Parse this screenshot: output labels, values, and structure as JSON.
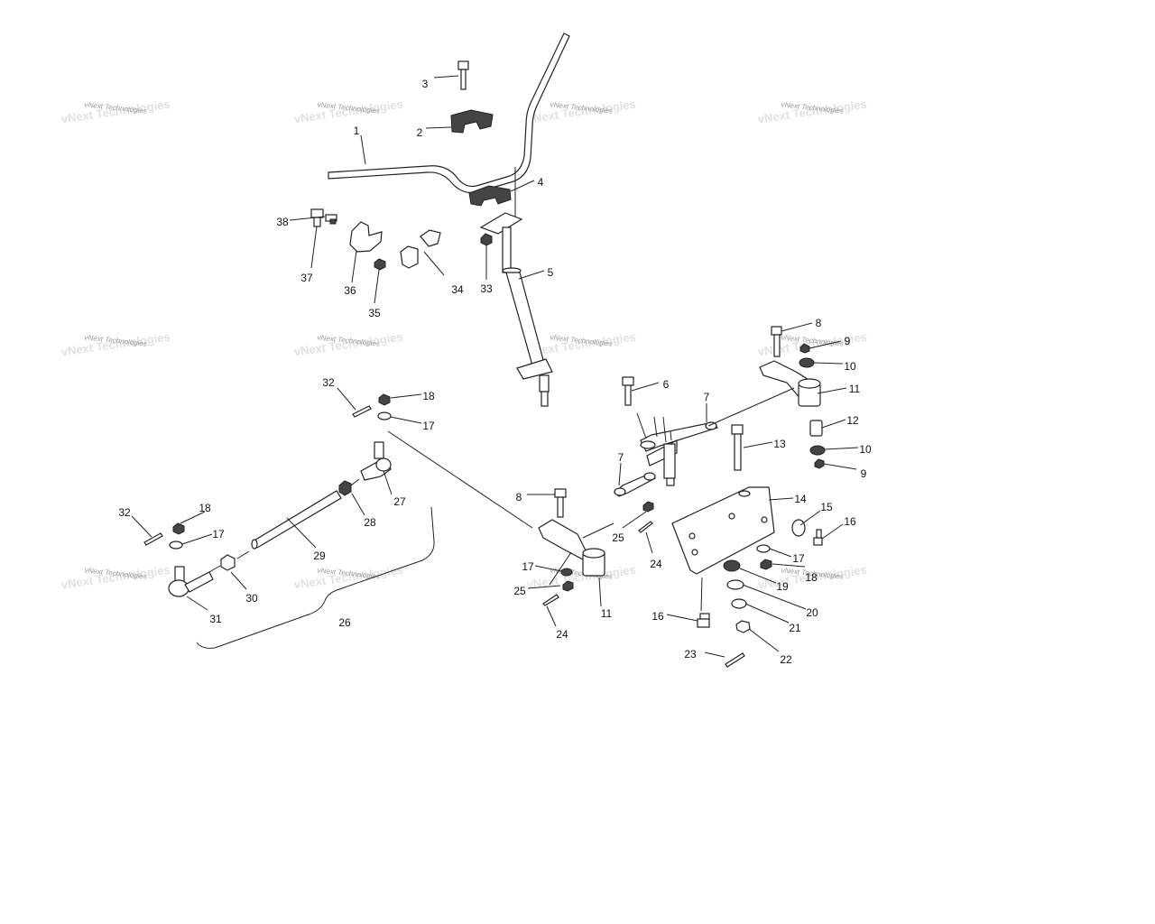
{
  "diagram": {
    "watermark_text": "vNext Technologies",
    "callouts": [
      "1",
      "2",
      "3",
      "4",
      "5",
      "6",
      "7",
      "7",
      "8",
      "8",
      "9",
      "9",
      "10",
      "10",
      "11",
      "11",
      "12",
      "13",
      "14",
      "15",
      "16",
      "16",
      "17",
      "17",
      "17",
      "17",
      "18",
      "18",
      "18",
      "19",
      "20",
      "21",
      "22",
      "23",
      "24",
      "24",
      "25",
      "25",
      "26",
      "27",
      "28",
      "29",
      "30",
      "31",
      "32",
      "32",
      "33",
      "34",
      "35",
      "36",
      "37",
      "38"
    ]
  }
}
